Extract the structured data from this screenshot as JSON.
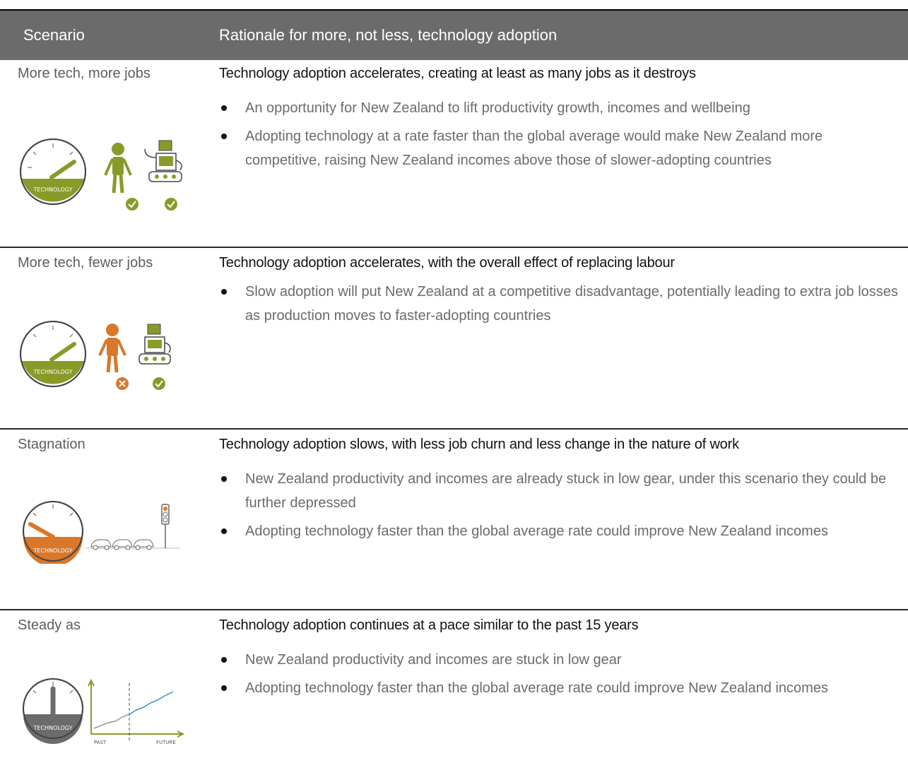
{
  "header": {
    "scenario": "Scenario",
    "rationale": "Rationale for more, not less, technology adoption"
  },
  "rows": [
    {
      "name": "More tech, more jobs",
      "lead": "Technology adoption accelerates, creating at least as many jobs as it destroys",
      "bullets": [
        "An opportunity for New Zealand to lift productivity growth, incomes and wellbeing",
        "Adopting technology at a rate faster than the global average would make New Zealand more competitive, raising New Zealand incomes above those of slower-adopting countries"
      ],
      "gauge_label": "TECHNOLOGY",
      "gauge_fill_color": "#8a9a2a"
    },
    {
      "name": "More tech, fewer jobs",
      "lead": "Technology adoption accelerates, with the overall effect of replacing labour",
      "bullets": [
        "Slow adoption will put New Zealand at a competitive disadvantage, potentially leading to extra job losses as production moves to faster-adopting countries"
      ],
      "gauge_label": "TECHNOLOGY",
      "gauge_fill_color": "#8a9a2a"
    },
    {
      "name": "Stagnation",
      "lead": "Technology adoption slows, with less job churn and less change in the nature of work",
      "bullets": [
        "New Zealand productivity and incomes are already stuck in low gear, under this scenario they could be further depressed",
        "Adopting technology faster than the global average rate could improve New Zealand incomes"
      ],
      "gauge_label": "TECHNOLOGY",
      "gauge_fill_color": "#d9772a"
    },
    {
      "name": "Steady as",
      "lead": "Technology adoption continues at a pace similar to the past 15 years",
      "bullets": [
        "New Zealand productivity and incomes are stuck in low gear",
        "Adopting technology faster than the global average rate could improve New Zealand incomes"
      ],
      "gauge_label": "TECHNOLOGY",
      "gauge_fill_color": "#6b6b6b",
      "chart_labels": {
        "past": "PAST",
        "future": "FUTURE"
      }
    }
  ],
  "colors": {
    "header_bg": "#6b6b6b",
    "green": "#8a9a2a",
    "orange": "#d9772a",
    "blue_line": "#3a8fc0"
  }
}
